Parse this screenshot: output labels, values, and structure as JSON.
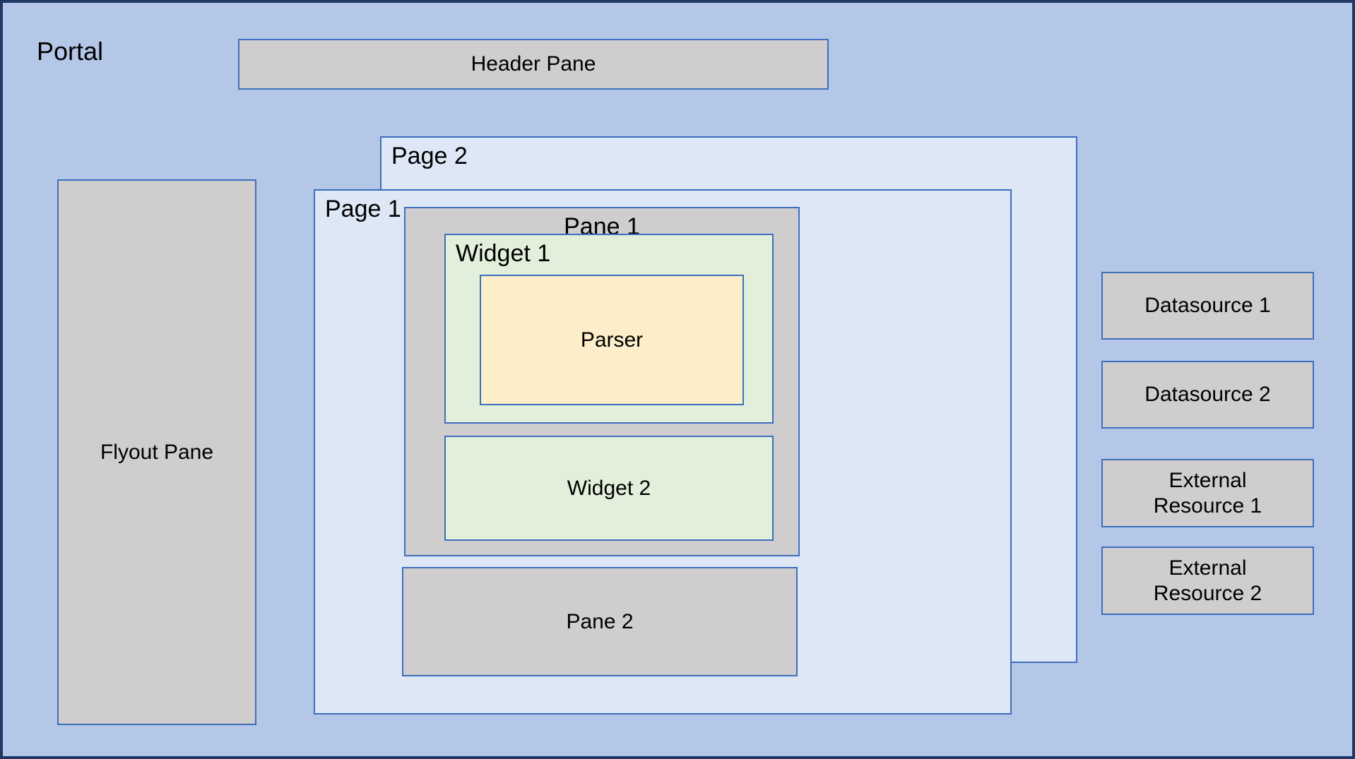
{
  "diagram": {
    "title": "Portal",
    "type": "nested-architecture-block-diagram",
    "colors": {
      "portal_fill": "#b4c7e7",
      "portal_border": "#1f3864",
      "page_fill": "#dde7f5",
      "pane_fill": "#cfcdcd",
      "widget_fill": "#e2efda",
      "parser_fill": "#fdeeca",
      "box_border": "#3f6ebd",
      "text": "#000000"
    }
  },
  "portal": {
    "label": "Portal",
    "header_pane": {
      "label": "Header Pane"
    },
    "flyout_pane": {
      "label": "Flyout Pane"
    },
    "pages": [
      {
        "label": "Page 2"
      },
      {
        "label": "Page 1"
      }
    ],
    "page1": {
      "label": "Page 1",
      "panes": [
        {
          "label": "Pane 1",
          "widgets": [
            {
              "label": "Widget 1",
              "children": [
                {
                  "label": "Parser"
                }
              ]
            },
            {
              "label": "Widget 2",
              "children": []
            }
          ]
        },
        {
          "label": "Pane 2",
          "widgets": []
        }
      ]
    },
    "external": [
      {
        "label": "Datasource 1"
      },
      {
        "label": "Datasource 2"
      },
      {
        "label": "External\nResource 1",
        "line1": "External",
        "line2": "Resource 1"
      },
      {
        "label": "External\nResource 2",
        "line1": "External",
        "line2": "Resource 2"
      }
    ]
  }
}
